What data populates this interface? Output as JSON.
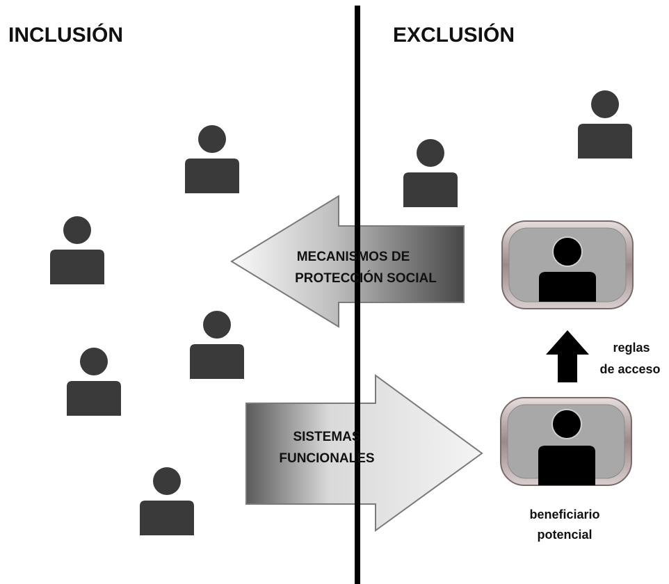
{
  "headings": {
    "inclusion": "INCLUSIÓN",
    "exclusion": "EXCLUSIÓN"
  },
  "arrows": {
    "mechanisms": {
      "line1": "MECANISMOS DE",
      "line2": "PROTECCIÓN SOCIAL"
    },
    "systems": {
      "line1": "SISTEMAS",
      "line2": "FUNCIONALES"
    }
  },
  "access_rules": {
    "line1": "reglas",
    "line2": "de acceso"
  },
  "potential_beneficiary": {
    "line1": "beneficiario",
    "line2": "potencial"
  },
  "colors": {
    "person": "#3a3a3a",
    "divider": "#000000",
    "arrow_light": "#f2f2f2",
    "arrow_dark": "#4a4a4a",
    "frame_outer": "#b9a7a7",
    "frame_inner": "#a6a6a6"
  },
  "icons": {
    "person": "person-icon",
    "framed_person": "framed-person-icon",
    "up_arrow": "up-arrow-icon"
  }
}
